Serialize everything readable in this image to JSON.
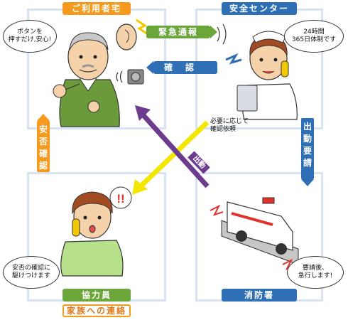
{
  "panels": {
    "user": {
      "title": "ご利用者宅",
      "bubble": [
        "ボタンを",
        "押すだけ,安心!"
      ]
    },
    "center": {
      "title": "安全センター",
      "bubble": [
        "24時間",
        "365日体制です"
      ]
    },
    "helper": {
      "title": "協力員",
      "subtitle": "家族への連絡",
      "bubble": [
        "安否の確認に",
        "駆けつけます"
      ]
    },
    "fire": {
      "title": "消防署",
      "bubble": [
        "要請後、",
        "急行します!"
      ]
    }
  },
  "arrows": {
    "emergency": "緊急通報",
    "confirm": "確認",
    "safety_check": [
      "安",
      "否",
      "確",
      "認"
    ],
    "dispatch_request": [
      "出",
      "動",
      "要",
      "請"
    ],
    "dispatch": "出動",
    "note": [
      "必要に応じて",
      "確認依頼"
    ],
    "exclaim": "!!"
  },
  "colors": {
    "orange": "#f59a1d",
    "blue": "#2f6fb6",
    "green": "#6aa63a",
    "purple": "#6c3b8e",
    "yellow": "#f3e600",
    "frame": "#d7e3f3"
  }
}
